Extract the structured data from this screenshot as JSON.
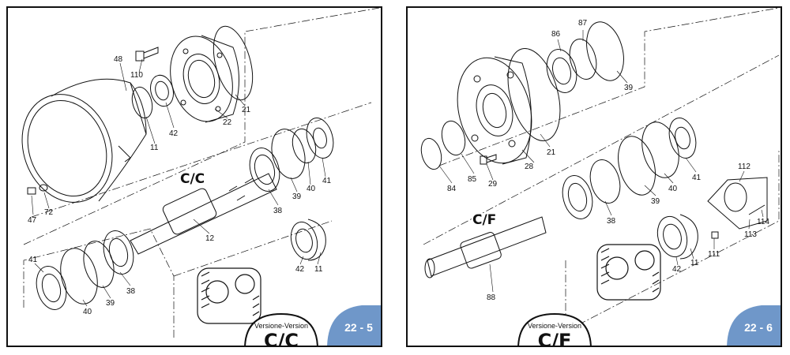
{
  "colors": {
    "page_badge": "#6f97c9",
    "line": "#111111"
  },
  "left_panel": {
    "variant_code": "C/C",
    "stamp_label": "Versione-Version",
    "stamp_code": "C/C",
    "page_number": "22 - 5",
    "part_numbers": [
      "48",
      "110",
      "21",
      "22",
      "42",
      "11",
      "47",
      "72",
      "41",
      "40",
      "39",
      "38",
      "12",
      "41",
      "40",
      "39",
      "38",
      "42",
      "11"
    ]
  },
  "right_panel": {
    "variant_code": "C/F",
    "stamp_label": "Versione-Version",
    "stamp_code": "C/F",
    "page_number": "22 - 6",
    "part_numbers": [
      "86",
      "87",
      "39",
      "21",
      "28",
      "84",
      "85",
      "29",
      "41",
      "40",
      "39",
      "38",
      "112",
      "114",
      "113",
      "111",
      "11",
      "42",
      "88"
    ]
  }
}
